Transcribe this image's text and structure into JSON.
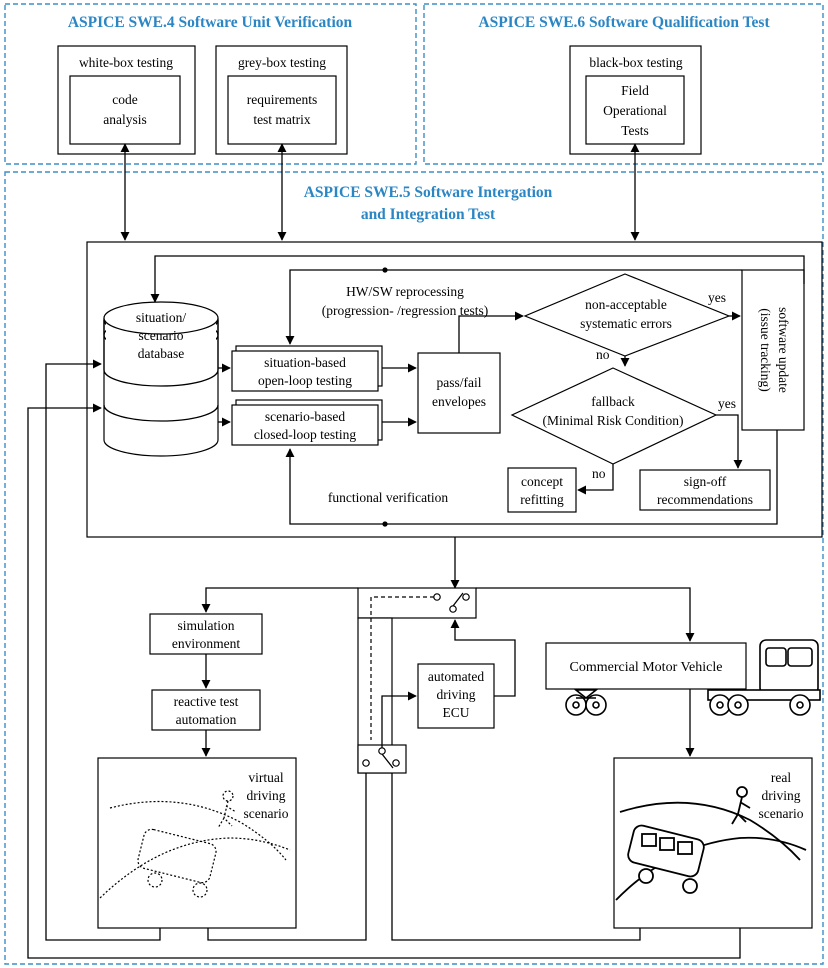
{
  "sections": {
    "swe4": "ASPICE SWE.4 Software Unit Verification",
    "swe6": "ASPICE SWE.6 Software Qualification Test",
    "swe5": [
      "ASPICE SWE.5 Software Intergation",
      "and Integration Test"
    ]
  },
  "testing": {
    "white_box": {
      "title": "white-box testing",
      "inner": [
        "code",
        "analysis"
      ]
    },
    "grey_box": {
      "title": "grey-box testing",
      "inner": [
        "requirements",
        "test matrix"
      ]
    },
    "black_box": {
      "title": "black-box testing",
      "inner": [
        "Field",
        "Operational",
        "Tests"
      ]
    }
  },
  "process": {
    "database": [
      "situation/",
      "scenario",
      "database"
    ],
    "hwsw": [
      "HW/SW reprocessing",
      "(progression- /regression tests)"
    ],
    "open_loop": [
      "situation-based",
      "open-loop testing"
    ],
    "closed_loop": [
      "scenario-based",
      "closed-loop testing"
    ],
    "envelopes": [
      "pass/fail",
      "envelopes"
    ],
    "errors": [
      "non-acceptable",
      "systematic errors"
    ],
    "fallback": [
      "fallback",
      "(Minimal Risk Condition)"
    ],
    "yes1": "yes",
    "no1": "no",
    "yes2": "yes",
    "no2": "no",
    "software_update": [
      "software update",
      "(issue tracking)"
    ],
    "concept": [
      "concept",
      "refitting"
    ],
    "signoff": [
      "sign-off",
      "recommendations"
    ],
    "func_verif": "functional verification"
  },
  "execution": {
    "sim_env": [
      "simulation",
      "environment"
    ],
    "reactive": [
      "reactive test",
      "automation"
    ],
    "ecu": [
      "automated",
      "driving",
      "ECU"
    ],
    "vehicle": "Commercial Motor Vehicle",
    "virtual": [
      "virtual",
      "driving",
      "scenario"
    ],
    "real": [
      "real",
      "driving",
      "scenario"
    ]
  }
}
